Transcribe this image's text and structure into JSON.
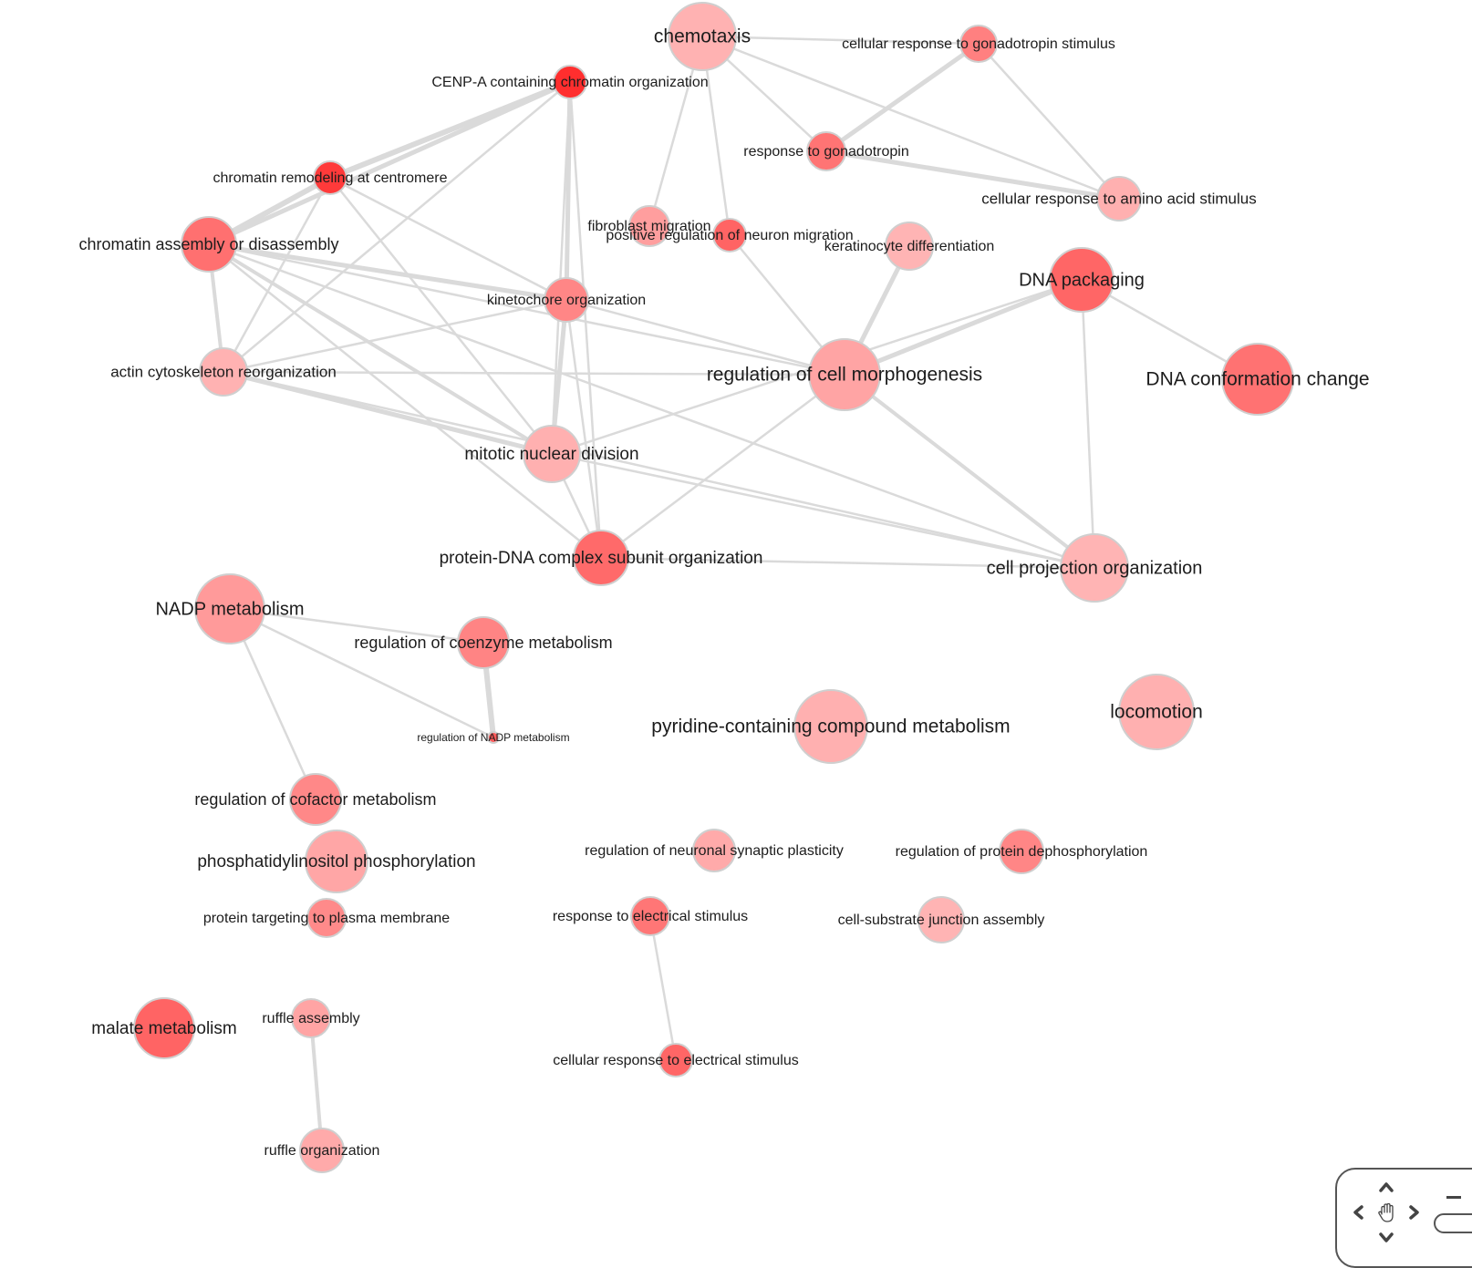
{
  "graph": {
    "nodes": [
      {
        "id": "chemotaxis",
        "label": "chemotaxis",
        "color": "#ffb2b2"
      },
      {
        "id": "cellular_response_gonadotropin",
        "label": "cellular response to gonadotropin stimulus",
        "color": "#ff8080"
      },
      {
        "id": "cenpa",
        "label": "CENP-A containing chromatin organization",
        "color": "#ff2e2e"
      },
      {
        "id": "response_gonadotropin",
        "label": "response to gonadotropin",
        "color": "#ff7474"
      },
      {
        "id": "chromatin_remodeling",
        "label": "chromatin remodeling at centromere",
        "color": "#ff3a3a"
      },
      {
        "id": "cellular_response_amino",
        "label": "cellular response to amino acid stimulus",
        "color": "#ffb0b0"
      },
      {
        "id": "chromatin_assembly",
        "label": "chromatin assembly or disassembly",
        "color": "#ff7070"
      },
      {
        "id": "fibroblast_migration",
        "label": "fibroblast migration",
        "color": "#ff9e9e"
      },
      {
        "id": "pos_reg_neuron_migration",
        "label": "positive regulation of neuron migration",
        "color": "#ff6464"
      },
      {
        "id": "keratinocyte",
        "label": "keratinocyte differentiation",
        "color": "#ffb4b4"
      },
      {
        "id": "dna_packaging",
        "label": "DNA packaging",
        "color": "#ff6666"
      },
      {
        "id": "kinetochore",
        "label": "kinetochore organization",
        "color": "#ff8686"
      },
      {
        "id": "actin",
        "label": "actin cytoskeleton reorganization",
        "color": "#ffb2b2"
      },
      {
        "id": "reg_cell_morpho",
        "label": "regulation of cell morphogenesis",
        "color": "#ffa4a4"
      },
      {
        "id": "dna_conformation",
        "label": "DNA conformation change",
        "color": "#ff7272"
      },
      {
        "id": "mitotic",
        "label": "mitotic nuclear division",
        "color": "#ffb0b0"
      },
      {
        "id": "protein_dna",
        "label": "protein-DNA complex subunit organization",
        "color": "#ff6a6a"
      },
      {
        "id": "cell_projection",
        "label": "cell projection organization",
        "color": "#ffb4b4"
      },
      {
        "id": "nadp_metabolism",
        "label": "NADP metabolism",
        "color": "#ff9a9a"
      },
      {
        "id": "reg_coenzyme",
        "label": "regulation of coenzyme metabolism",
        "color": "#ff8484"
      },
      {
        "id": "reg_nadp",
        "label": "regulation of NADP metabolism",
        "color": "#ff5a5a"
      },
      {
        "id": "pyridine",
        "label": "pyridine-containing compound metabolism",
        "color": "#ffb0b0"
      },
      {
        "id": "locomotion",
        "label": "locomotion",
        "color": "#ffb0b0"
      },
      {
        "id": "reg_cofactor",
        "label": "regulation of cofactor metabolism",
        "color": "#ff8888"
      },
      {
        "id": "reg_neuronal_plasticity",
        "label": "regulation of neuronal synaptic plasticity",
        "color": "#ffaaaa"
      },
      {
        "id": "reg_protein_dephos",
        "label": "regulation of protein dephosphorylation",
        "color": "#ff8686"
      },
      {
        "id": "phosphatidylinositol",
        "label": "phosphatidylinositol phosphorylation",
        "color": "#ffa6a6"
      },
      {
        "id": "protein_targeting",
        "label": "protein targeting to plasma membrane",
        "color": "#ff8a8a"
      },
      {
        "id": "response_electrical",
        "label": "response to electrical stimulus",
        "color": "#ff7676"
      },
      {
        "id": "cell_substrate",
        "label": "cell-substrate junction assembly",
        "color": "#ffb4b4"
      },
      {
        "id": "malate",
        "label": "malate metabolism",
        "color": "#ff6464"
      },
      {
        "id": "ruffle_assembly",
        "label": "ruffle assembly",
        "color": "#ffa4a4"
      },
      {
        "id": "cellular_response_electrical",
        "label": "cellular response to electrical stimulus",
        "color": "#ff6666"
      },
      {
        "id": "ruffle_organization",
        "label": "ruffle organization",
        "color": "#ffaaaa"
      }
    ],
    "edges": [
      [
        "chemotaxis",
        "cellular_response_gonadotropin"
      ],
      [
        "chemotaxis",
        "response_gonadotropin"
      ],
      [
        "chemotaxis",
        "cellular_response_amino"
      ],
      [
        "chemotaxis",
        "fibroblast_migration"
      ],
      [
        "chemotaxis",
        "pos_reg_neuron_migration"
      ],
      [
        "cellular_response_gonadotropin",
        "response_gonadotropin"
      ],
      [
        "cellular_response_gonadotropin",
        "cellular_response_amino"
      ],
      [
        "response_gonadotropin",
        "cellular_response_amino"
      ],
      [
        "cenpa",
        "chromatin_remodeling"
      ],
      [
        "cenpa",
        "chromatin_assembly"
      ],
      [
        "cenpa",
        "kinetochore"
      ],
      [
        "cenpa",
        "mitotic"
      ],
      [
        "cenpa",
        "protein_dna"
      ],
      [
        "cenpa",
        "actin"
      ],
      [
        "chromatin_remodeling",
        "chromatin_assembly"
      ],
      [
        "chromatin_remodeling",
        "kinetochore"
      ],
      [
        "chromatin_remodeling",
        "mitotic"
      ],
      [
        "chromatin_remodeling",
        "actin"
      ],
      [
        "chromatin_assembly",
        "kinetochore"
      ],
      [
        "chromatin_assembly",
        "actin"
      ],
      [
        "chromatin_assembly",
        "mitotic"
      ],
      [
        "chromatin_assembly",
        "protein_dna"
      ],
      [
        "chromatin_assembly",
        "reg_cell_morpho"
      ],
      [
        "chromatin_assembly",
        "cell_projection"
      ],
      [
        "kinetochore",
        "mitotic"
      ],
      [
        "kinetochore",
        "protein_dna"
      ],
      [
        "kinetochore",
        "reg_cell_morpho"
      ],
      [
        "kinetochore",
        "actin"
      ],
      [
        "actin",
        "mitotic"
      ],
      [
        "actin",
        "reg_cell_morpho"
      ],
      [
        "actin",
        "cell_projection"
      ],
      [
        "pos_reg_neuron_migration",
        "reg_cell_morpho"
      ],
      [
        "keratinocyte",
        "reg_cell_morpho"
      ],
      [
        "dna_packaging",
        "reg_cell_morpho"
      ],
      [
        "dna_packaging",
        "mitotic"
      ],
      [
        "dna_packaging",
        "dna_conformation"
      ],
      [
        "dna_packaging",
        "cell_projection"
      ],
      [
        "reg_cell_morpho",
        "protein_dna"
      ],
      [
        "reg_cell_morpho",
        "cell_projection"
      ],
      [
        "mitotic",
        "protein_dna"
      ],
      [
        "mitotic",
        "cell_projection"
      ],
      [
        "protein_dna",
        "cell_projection"
      ],
      [
        "nadp_metabolism",
        "reg_coenzyme"
      ],
      [
        "nadp_metabolism",
        "reg_nadp"
      ],
      [
        "nadp_metabolism",
        "reg_cofactor"
      ],
      [
        "reg_coenzyme",
        "reg_nadp"
      ],
      [
        "response_electrical",
        "cellular_response_electrical"
      ],
      [
        "ruffle_assembly",
        "ruffle_organization"
      ]
    ]
  },
  "navigator": {
    "pan_icon": "hand-icon",
    "up_icon": "chevron-up-icon",
    "down_icon": "chevron-down-icon",
    "left_icon": "chevron-left-icon",
    "right_icon": "chevron-right-icon",
    "zoom_out_icon": "minus-icon"
  },
  "colors": {
    "edge": "#dadada",
    "node_stroke": "#cfcfcf",
    "label": "#1c1c1c"
  }
}
